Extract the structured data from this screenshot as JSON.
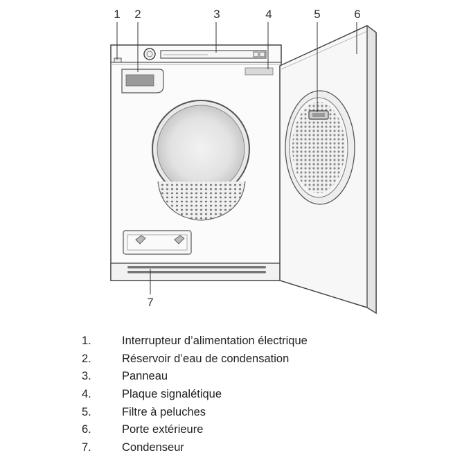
{
  "diagram": {
    "callouts": [
      "1",
      "2",
      "3",
      "4",
      "5",
      "6",
      "7"
    ]
  },
  "legend": {
    "items": [
      {
        "num": "1.",
        "text": "Interrupteur d’alimentation électrique"
      },
      {
        "num": "2.",
        "text": "Réservoir d’eau de condensation"
      },
      {
        "num": "3.",
        "text": "Panneau"
      },
      {
        "num": "4.",
        "text": "Plaque signalétique"
      },
      {
        "num": "5.",
        "text": "Filtre à peluches"
      },
      {
        "num": "6.",
        "text": "Porte extérieure"
      },
      {
        "num": "7.",
        "text": "Condenseur"
      }
    ]
  }
}
